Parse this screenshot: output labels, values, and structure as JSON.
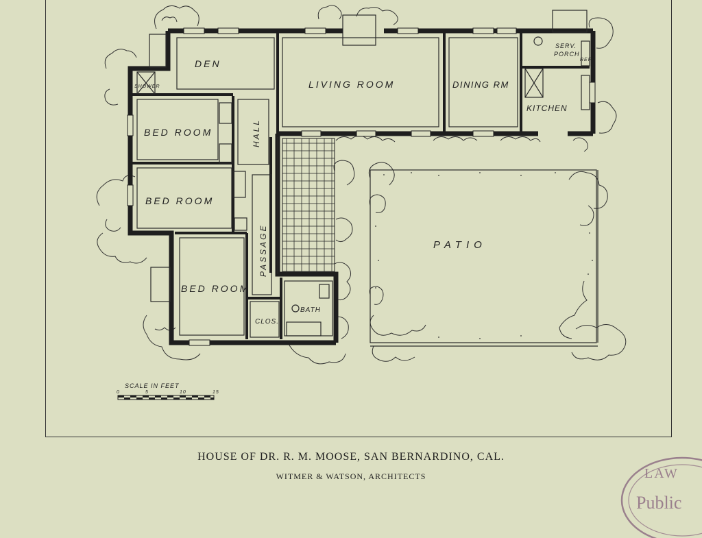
{
  "caption": {
    "title": "HOUSE OF DR. R. M. MOOSE, SAN BERNARDINO, CAL.",
    "architects": "WITMER & WATSON, ARCHITECTS"
  },
  "rooms": {
    "den": "DEN",
    "living_room": "LIVING ROOM",
    "dining_room": "DINING RM",
    "kitchen": "KITCHEN",
    "serv_porch_1": "SERV.",
    "serv_porch_2": "PORCH",
    "ref": "REF",
    "shower": "SHOWER",
    "bed_room_1": "BED ROOM",
    "bed_room_2": "BED ROOM",
    "bed_room_3": "BED ROOM",
    "hall": "HALL",
    "passage": "PASSAGE",
    "bath": "BATH",
    "clos": "CLOS.",
    "patio": "PATIO"
  },
  "scale": {
    "label": "SCALE IN FEET",
    "ticks": [
      "0",
      "5",
      "10",
      "15"
    ]
  },
  "stamp": {
    "line1": "LAW",
    "line2": "Public"
  },
  "colors": {
    "paper": "#dcdfc2",
    "ink": "#1e1e1e",
    "stamp": "#8a6880"
  }
}
